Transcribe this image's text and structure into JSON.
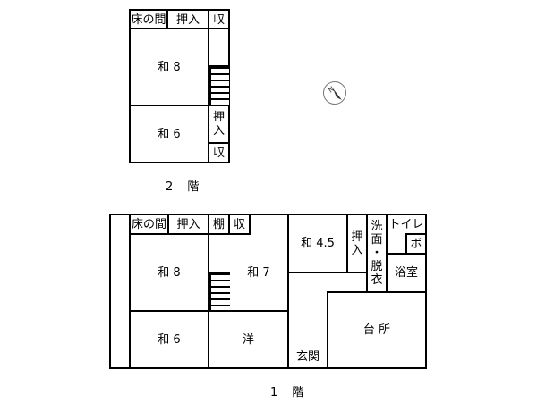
{
  "floor2": {
    "caption": "2 階",
    "rooms": {
      "tokonoma": "床の間",
      "oshiire_top": "押入",
      "shu_top": "収",
      "washitsu8": "和 8",
      "washitsu6": "和 6",
      "oshiire_side": [
        "押",
        "入"
      ],
      "shu_side": "収"
    }
  },
  "floor1": {
    "caption": "1 階",
    "rooms": {
      "tokonoma": "床の間",
      "oshiire": "押入",
      "tana": "棚",
      "shu": "収",
      "washitsu8": "和 8",
      "washitsu7": "和 7",
      "washitsu6": "和 6",
      "yoshitsu": "洋",
      "washitsu45": "和 4.5",
      "oshiire_side": [
        "押",
        "入"
      ],
      "senmen": [
        "洗",
        "面",
        "・",
        "脱",
        "衣"
      ],
      "toilet": "トイレ",
      "bo": "ボ",
      "yokushitsu": "浴室",
      "daidokoro": "台 所",
      "genkan": "玄関"
    }
  },
  "compass": {
    "label": "N",
    "icon": "north-arrow-icon"
  }
}
